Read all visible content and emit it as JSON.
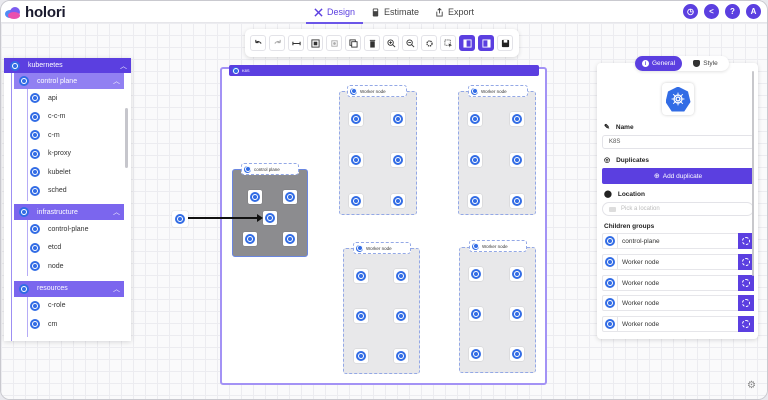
{
  "app": {
    "name": "holori"
  },
  "nav": {
    "tabs": [
      {
        "label": "Design",
        "icon": "design-icon",
        "active": true
      },
      {
        "label": "Estimate",
        "icon": "calculator-icon",
        "active": false
      },
      {
        "label": "Export",
        "icon": "export-icon",
        "active": false
      }
    ],
    "actions": [
      {
        "name": "history",
        "glyph": "◷"
      },
      {
        "name": "share",
        "glyph": "<"
      },
      {
        "name": "help",
        "glyph": "?"
      },
      {
        "name": "account",
        "glyph": "A"
      }
    ]
  },
  "toolbar": {
    "buttons": [
      "undo",
      "redo",
      "align-horizontal",
      "select-area",
      "group",
      "duplicate",
      "delete",
      "zoom-in",
      "zoom-out",
      "settings",
      "select-pointer",
      "panel-left",
      "panel-right",
      "save"
    ]
  },
  "sidebar": {
    "root": {
      "label": "kubernetes"
    },
    "groups": [
      {
        "label": "control plane",
        "items": [
          "api",
          "c-c-m",
          "c-m",
          "k-proxy",
          "kubelet",
          "sched"
        ]
      },
      {
        "label": "infrastructure",
        "items": [
          "control-plane",
          "etcd",
          "node"
        ]
      },
      {
        "label": "resources",
        "items": [
          "c-role",
          "cm"
        ]
      }
    ]
  },
  "canvas": {
    "main_group": {
      "label": "K8S"
    },
    "groups": [
      {
        "label": "control plane"
      },
      {
        "label": "Worker node"
      },
      {
        "label": "Worker node"
      },
      {
        "label": "Worker node"
      },
      {
        "label": "Worker node"
      }
    ]
  },
  "panel": {
    "tabs": [
      {
        "label": "General",
        "active": true
      },
      {
        "label": "Style",
        "active": false
      }
    ],
    "name_label": "Name",
    "name_value": "K8S",
    "duplicates_label": "Duplicates",
    "add_duplicate_label": "Add duplicate",
    "location_label": "Location",
    "location_placeholder": "Pick a location",
    "children_label": "Children groups",
    "children": [
      "control-plane",
      "Worker node",
      "Worker node",
      "Worker node",
      "Worker node"
    ]
  },
  "colors": {
    "accent": "#5b3fe0",
    "k8s_blue": "#326ce5"
  }
}
